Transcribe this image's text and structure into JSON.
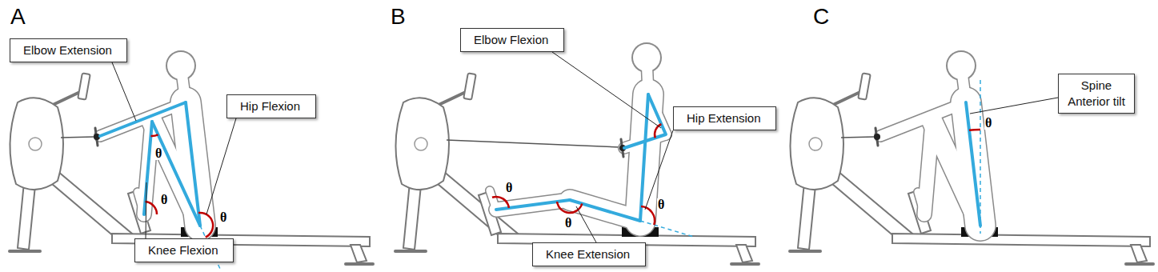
{
  "diagram": {
    "nodes": [
      {
        "text": [
          "Elbow Extension"
        ]
      },
      {
        "text": [
          "Hip Flexion"
        ]
      },
      {
        "text": [
          "Knee Flexion"
        ]
      },
      {
        "text": [
          "Elbow Flexion"
        ]
      },
      {
        "text": [
          "Hip Extension"
        ]
      },
      {
        "text": [
          "Knee Extension"
        ]
      },
      {
        "text": [
          "Spine Anterior tilt"
        ]
      }
    ],
    "labels": [
      "A",
      "θ",
      "θ",
      "θ",
      "B",
      "θ",
      "θ",
      "θ",
      "C",
      "θ"
    ]
  }
}
